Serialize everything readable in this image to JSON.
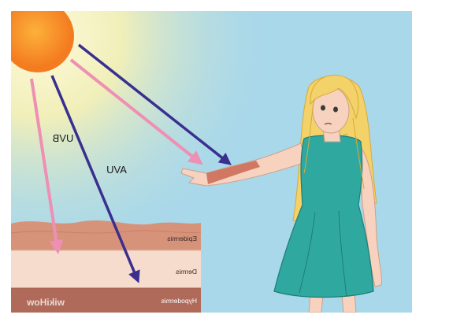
{
  "rays": {
    "uvb": "UVB",
    "uva": "UVA"
  },
  "skin_layers": {
    "epidermis": "Epidermis",
    "dermis": "Dermis",
    "hypodermis": "Hypodermis"
  },
  "watermark": "wikiHow",
  "colors": {
    "sky": "#a9d8ea",
    "sun_core": "#f7921e",
    "sun_glow": "#fdf3b0",
    "uvb_arrow": "#ee8fb4",
    "uva_arrow": "#3a2f8f",
    "epidermis": "#d6937a",
    "dermis": "#f6dccd",
    "hypodermis": "#b06a59",
    "dress": "#2fa9a0",
    "hair": "#f3d26a",
    "skin": "#f7d2be",
    "sunburn": "#c6614c"
  }
}
